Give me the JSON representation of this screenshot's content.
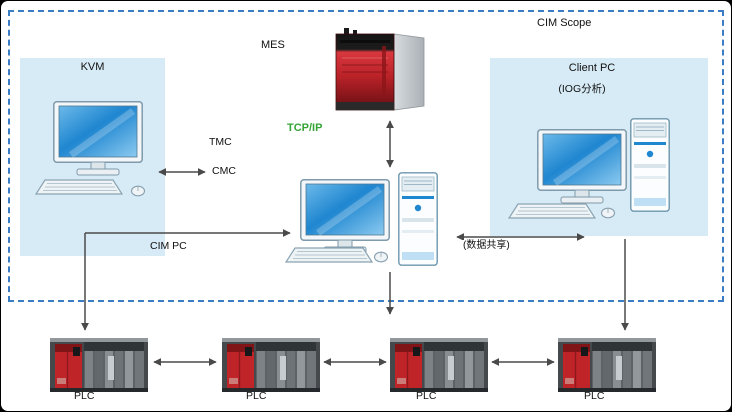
{
  "scope": {
    "label": "CIM Scope"
  },
  "panels": {
    "kvm": {
      "label": "KVM"
    },
    "client": {
      "title": "Client PC",
      "subtitle": "(IOG分析)"
    }
  },
  "nodes": {
    "mes": {
      "label": "MES"
    },
    "cim_pc": {
      "label": "CIM PC"
    },
    "plc_1": {
      "label": "PLC"
    },
    "plc_2": {
      "label": "PLC"
    },
    "plc_3": {
      "label": "PLC"
    },
    "plc_4": {
      "label": "PLC"
    }
  },
  "links": {
    "tcp_ip": {
      "label": "TCP/IP"
    },
    "tmc": {
      "label": "TMC"
    },
    "cmc": {
      "label": "CMC"
    },
    "cim_client": {
      "label": "(数据共享)"
    }
  },
  "colors": {
    "scope_border": "#3b7dc4",
    "panel_fill": "#d7ebf7",
    "tcp_ip_green": "#35a436",
    "arrow_gray": "#4a4a4a",
    "screen_blue": "#1f86d0",
    "server_red": "#bb2329",
    "plc_red": "#bf2428"
  }
}
